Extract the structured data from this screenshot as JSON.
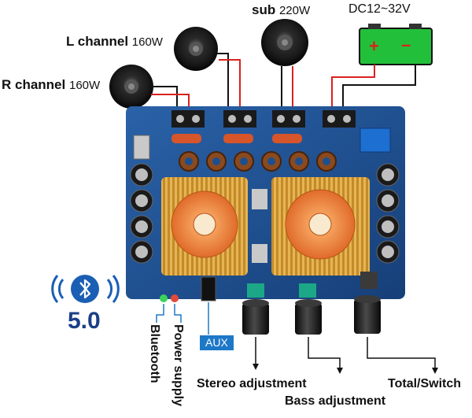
{
  "labels": {
    "l_channel_name": "L channel",
    "l_channel_power": "160W",
    "r_channel_name": "R channel",
    "r_channel_power": "160W",
    "sub_name": "sub",
    "sub_power": "220W",
    "power_supply_range": "DC12~32V",
    "battery_plus": "+",
    "battery_minus": "–",
    "bluetooth_version": "5.0",
    "bluetooth": "Bluetooth",
    "power_supply": "Power supply",
    "aux": "AUX",
    "stereo_adjustment": "Stereo adjustment",
    "bass_adjustment": "Bass adjustment",
    "total_switch": "Total/Switch"
  },
  "colors": {
    "board": "#1d4f8f",
    "battery": "#22c03a",
    "heatsink": "#d6a43c",
    "fan": "#e8763a",
    "wire_red": "#d9221e",
    "wire_black": "#111111",
    "bluetooth_blue": "#1a5fb4"
  }
}
